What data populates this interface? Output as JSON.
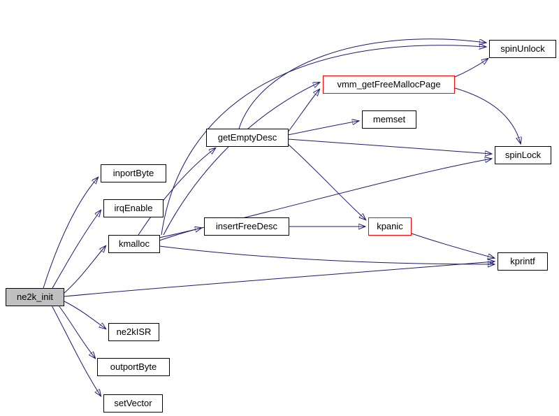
{
  "diagram": {
    "type": "call-graph",
    "nodes": {
      "ne2k_init": {
        "label": "ne2k_init",
        "style": "entry"
      },
      "inportByte": {
        "label": "inportByte",
        "style": "normal"
      },
      "irqEnable": {
        "label": "irqEnable",
        "style": "normal"
      },
      "kmalloc": {
        "label": "kmalloc",
        "style": "normal"
      },
      "ne2kISR": {
        "label": "ne2kISR",
        "style": "normal"
      },
      "outportByte": {
        "label": "outportByte",
        "style": "normal"
      },
      "setVector": {
        "label": "setVector",
        "style": "normal"
      },
      "getEmptyDesc": {
        "label": "getEmptyDesc",
        "style": "normal"
      },
      "insertFreeDesc": {
        "label": "insertFreeDesc",
        "style": "normal"
      },
      "vmm_getFreeMallocPage": {
        "label": "vmm_getFreeMallocPage",
        "style": "truncated"
      },
      "memset": {
        "label": "memset",
        "style": "normal"
      },
      "spinUnlock": {
        "label": "spinUnlock",
        "style": "normal"
      },
      "spinLock": {
        "label": "spinLock",
        "style": "normal"
      },
      "kpanic": {
        "label": "kpanic",
        "style": "truncated"
      },
      "kprintf": {
        "label": "kprintf",
        "style": "normal"
      }
    },
    "edges": [
      {
        "from": "ne2k_init",
        "to": "inportByte"
      },
      {
        "from": "ne2k_init",
        "to": "irqEnable"
      },
      {
        "from": "ne2k_init",
        "to": "kmalloc"
      },
      {
        "from": "ne2k_init",
        "to": "kprintf"
      },
      {
        "from": "ne2k_init",
        "to": "ne2kISR"
      },
      {
        "from": "ne2k_init",
        "to": "outportByte"
      },
      {
        "from": "ne2k_init",
        "to": "setVector"
      },
      {
        "from": "kmalloc",
        "to": "getEmptyDesc"
      },
      {
        "from": "kmalloc",
        "to": "insertFreeDesc"
      },
      {
        "from": "kmalloc",
        "to": "kprintf"
      },
      {
        "from": "kmalloc",
        "to": "spinLock"
      },
      {
        "from": "kmalloc",
        "to": "spinUnlock"
      },
      {
        "from": "kmalloc",
        "to": "vmm_getFreeMallocPage"
      },
      {
        "from": "getEmptyDesc",
        "to": "vmm_getFreeMallocPage"
      },
      {
        "from": "getEmptyDesc",
        "to": "memset"
      },
      {
        "from": "getEmptyDesc",
        "to": "spinLock"
      },
      {
        "from": "getEmptyDesc",
        "to": "spinUnlock"
      },
      {
        "from": "getEmptyDesc",
        "to": "kpanic"
      },
      {
        "from": "insertFreeDesc",
        "to": "kpanic"
      },
      {
        "from": "kpanic",
        "to": "kprintf"
      },
      {
        "from": "vmm_getFreeMallocPage",
        "to": "spinUnlock"
      },
      {
        "from": "vmm_getFreeMallocPage",
        "to": "spinLock"
      }
    ],
    "colors": {
      "background": "#ffffff",
      "edge": "#191970",
      "node_border": "#000000",
      "node_fill": "#ffffff",
      "truncated_border": "#ff0000",
      "entry_fill": "#c0c0c0",
      "text": "#000000"
    }
  }
}
